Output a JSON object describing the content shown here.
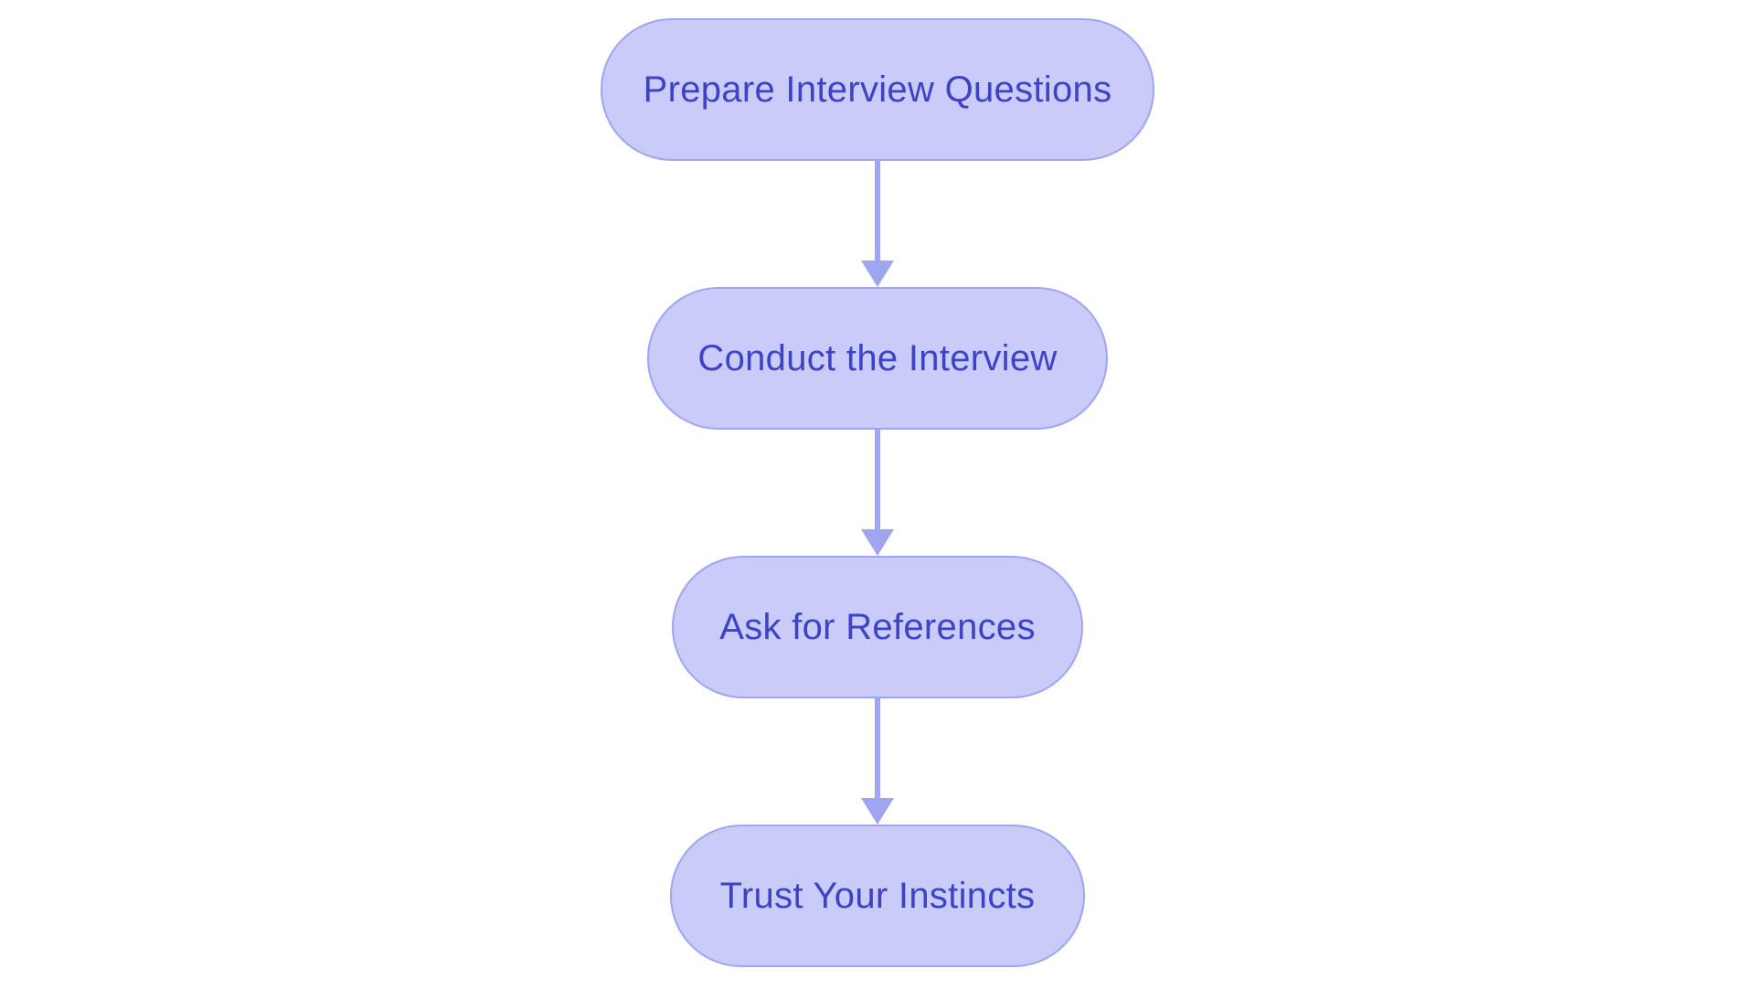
{
  "diagram": {
    "type": "flowchart",
    "direction": "top-down",
    "nodes": [
      {
        "label": "Prepare Interview Questions"
      },
      {
        "label": "Conduct the Interview"
      },
      {
        "label": "Ask for References"
      },
      {
        "label": "Trust Your Instincts"
      }
    ],
    "edges": [
      {
        "from": "Prepare Interview Questions",
        "to": "Conduct the Interview",
        "style": "arrow-down"
      },
      {
        "from": "Conduct the Interview",
        "to": "Ask for References",
        "style": "arrow-down"
      },
      {
        "from": "Ask for References",
        "to": "Trust Your Instincts",
        "style": "arrow-down"
      }
    ],
    "colors": {
      "background": "#ffffff",
      "node_fill": "#c9cbf8",
      "node_border": "#9fa5f1",
      "node_text": "#3d43c4",
      "arrow": "#9fa5f1"
    }
  }
}
